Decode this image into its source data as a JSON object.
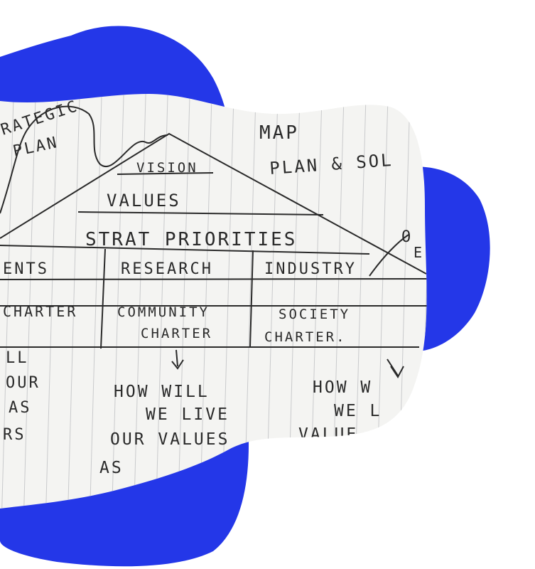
{
  "colors": {
    "blob": "#2437e8",
    "paper": "#f4f4f2",
    "rule_line": "#c9cacc",
    "ink": "#2a2a2a"
  },
  "sketch": {
    "top_left": [
      "RATEGIC",
      "PLAN"
    ],
    "top_right": [
      "MAP",
      "PLAN & SOL"
    ],
    "pyramid": {
      "apex": "VISION",
      "middle": "VALUES",
      "base": "STRAT PRIORITIES"
    },
    "side_mark": [
      "O",
      "E"
    ],
    "columns": [
      {
        "header": "ENTS",
        "charter": [
          "CHARTER"
        ],
        "question": [
          "LL",
          "OUR",
          "AS",
          "RS"
        ]
      },
      {
        "header": "RESEARCH",
        "charter": [
          "COMMUNITY",
          "CHARTER"
        ],
        "question": [
          "HOW WILL",
          "WE LIVE",
          "OUR VALUES",
          "AS"
        ]
      },
      {
        "header": "INDUSTRY",
        "charter": [
          "SOCIETY",
          "CHARTER."
        ],
        "question": [
          "HOW W",
          "WE L",
          "VALUE"
        ]
      }
    ]
  }
}
